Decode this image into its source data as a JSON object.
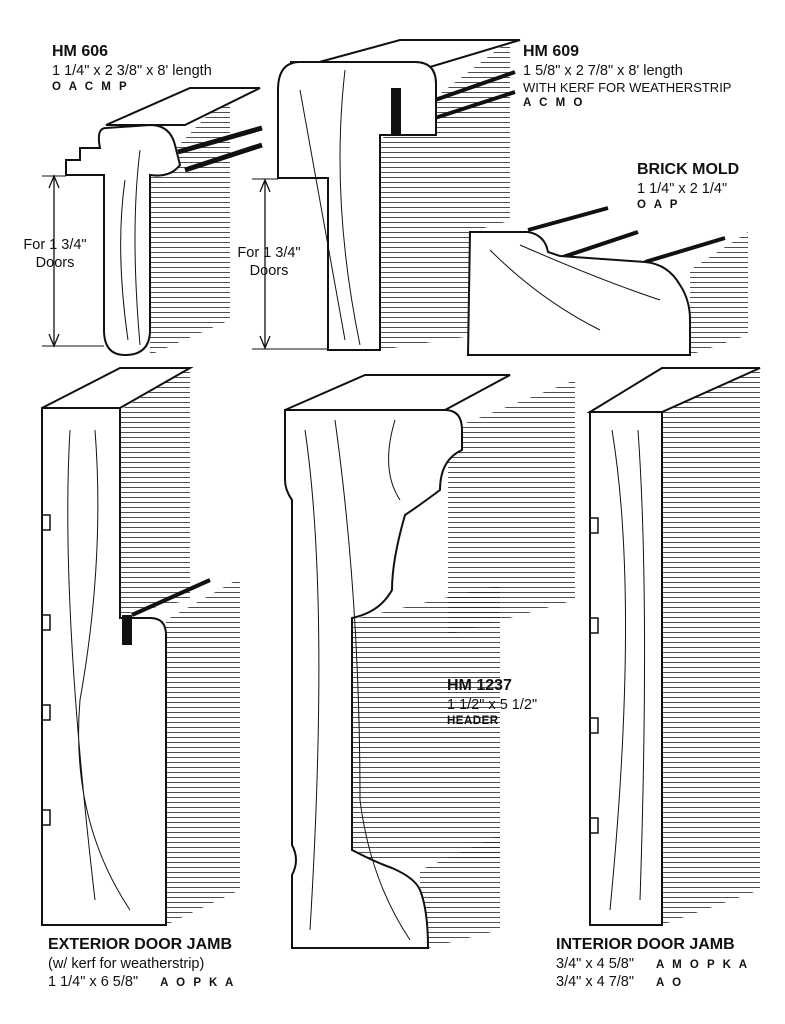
{
  "profiles": {
    "hm606": {
      "title": "HM 606",
      "dims": "1 1/4\" x 2 3/8\" x 8' length",
      "codes": "O A C M P",
      "note_line1": "For 1 3/4\"",
      "note_line2": "Doors"
    },
    "hm609": {
      "title": "HM 609",
      "dims": "1 5/8\" x 2 7/8\" x 8' length",
      "extra": "WITH KERF FOR WEATHERSTRIP",
      "codes": "A C M O",
      "note_line1": "For 1 3/4\"",
      "note_line2": "Doors"
    },
    "brick_mold": {
      "title": "BRICK MOLD",
      "dims": "1 1/4\" x 2 1/4\"",
      "codes": "O A P"
    },
    "hm1237": {
      "title": "HM 1237",
      "dims": "1 1/2\" x 5 1/2\"",
      "subtitle": "HEADER"
    },
    "exterior_jamb": {
      "title": "EXTERIOR DOOR JAMB",
      "subtitle": "(w/ kerf for weatherstrip)",
      "dims": "1 1/4\" x 6 5/8\"",
      "codes": "A O P K A"
    },
    "interior_jamb": {
      "title": "INTERIOR DOOR JAMB",
      "dims_1": "3/4\" x 4 5/8\"",
      "codes_1": "A M O P K A",
      "dims_2": "3/4\" x 4 7/8\"",
      "codes_2": "A O"
    }
  }
}
